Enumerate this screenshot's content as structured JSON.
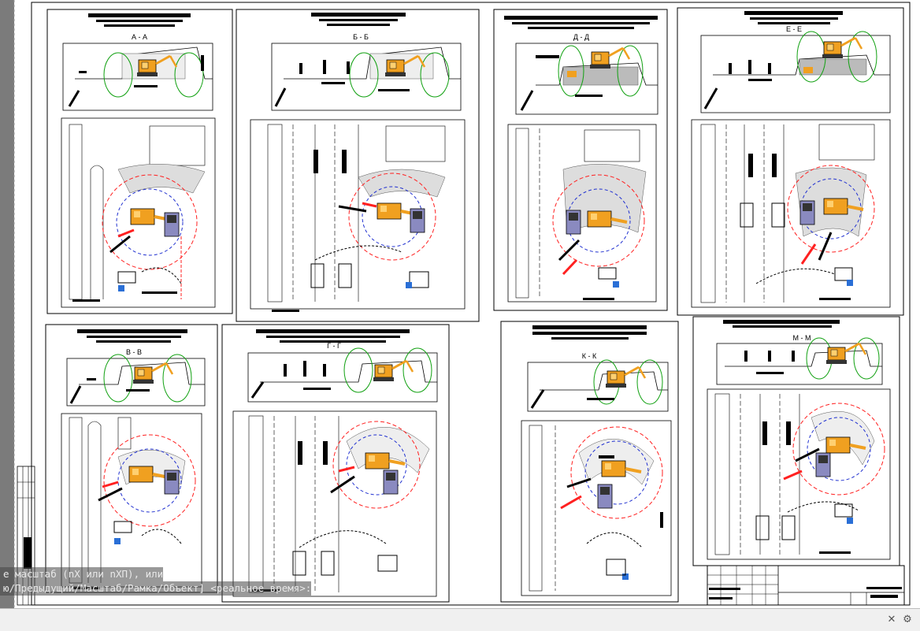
{
  "window": {
    "title": ""
  },
  "panels": [
    {
      "id": "aa",
      "label": "А - А"
    },
    {
      "id": "bb",
      "label": "Б - Б"
    },
    {
      "id": "dd",
      "label": "Д - Д"
    },
    {
      "id": "ee",
      "label": "Е - Е"
    },
    {
      "id": "vv",
      "label": "В - В"
    },
    {
      "id": "gg",
      "label": "Г - Г"
    },
    {
      "id": "kk",
      "label": "К - К"
    },
    {
      "id": "mm",
      "label": "М - М"
    }
  ],
  "command_line": {
    "history": [
      "е масштаб (nX или nXП), или",
      "ю/Предыдущий/Масштаб/Рамка/Объект] <реальное время>:"
    ],
    "input_value": "",
    "close_glyph": "✕",
    "options_glyph": "⚙"
  },
  "colors": {
    "canvas": "#7b7b7b",
    "paper": "#ffffff",
    "excavator": "#f0a020",
    "swing_red": "#ff2020",
    "swing_blue": "#2030d0",
    "reach_green": "#10a010"
  }
}
